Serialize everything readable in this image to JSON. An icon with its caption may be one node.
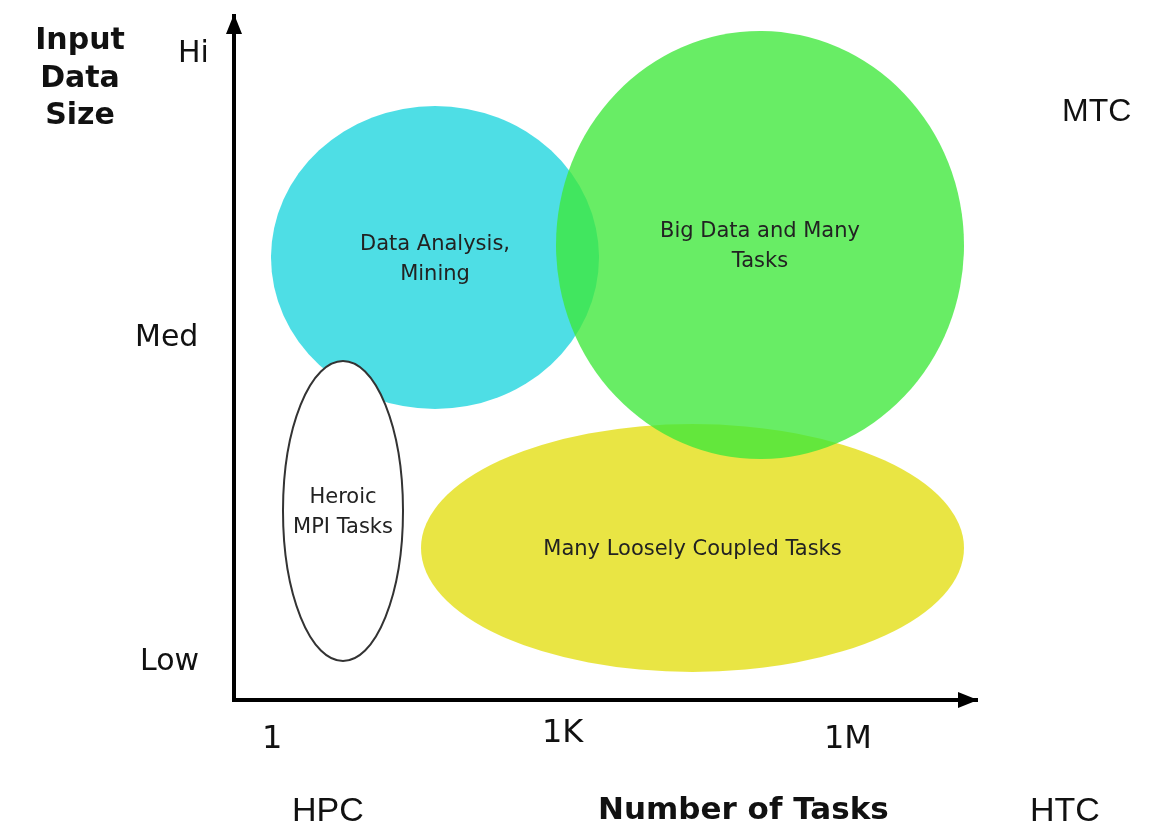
{
  "diagram": {
    "nodes": [
      {
        "text": [
          "Data Analysis, Mining"
        ]
      },
      {
        "text": [
          "Big Data and Many Tasks"
        ]
      },
      {
        "text": [
          "Heroic MPI Tasks"
        ]
      },
      {
        "text": [
          "Many Loosely Coupled Tasks"
        ]
      }
    ],
    "labels": [
      "Input Data Size",
      "Hi",
      "MTC",
      "Med",
      "Low",
      "1",
      "1K",
      "1M",
      "HPC",
      "Number of Tasks",
      "HTC"
    ]
  }
}
